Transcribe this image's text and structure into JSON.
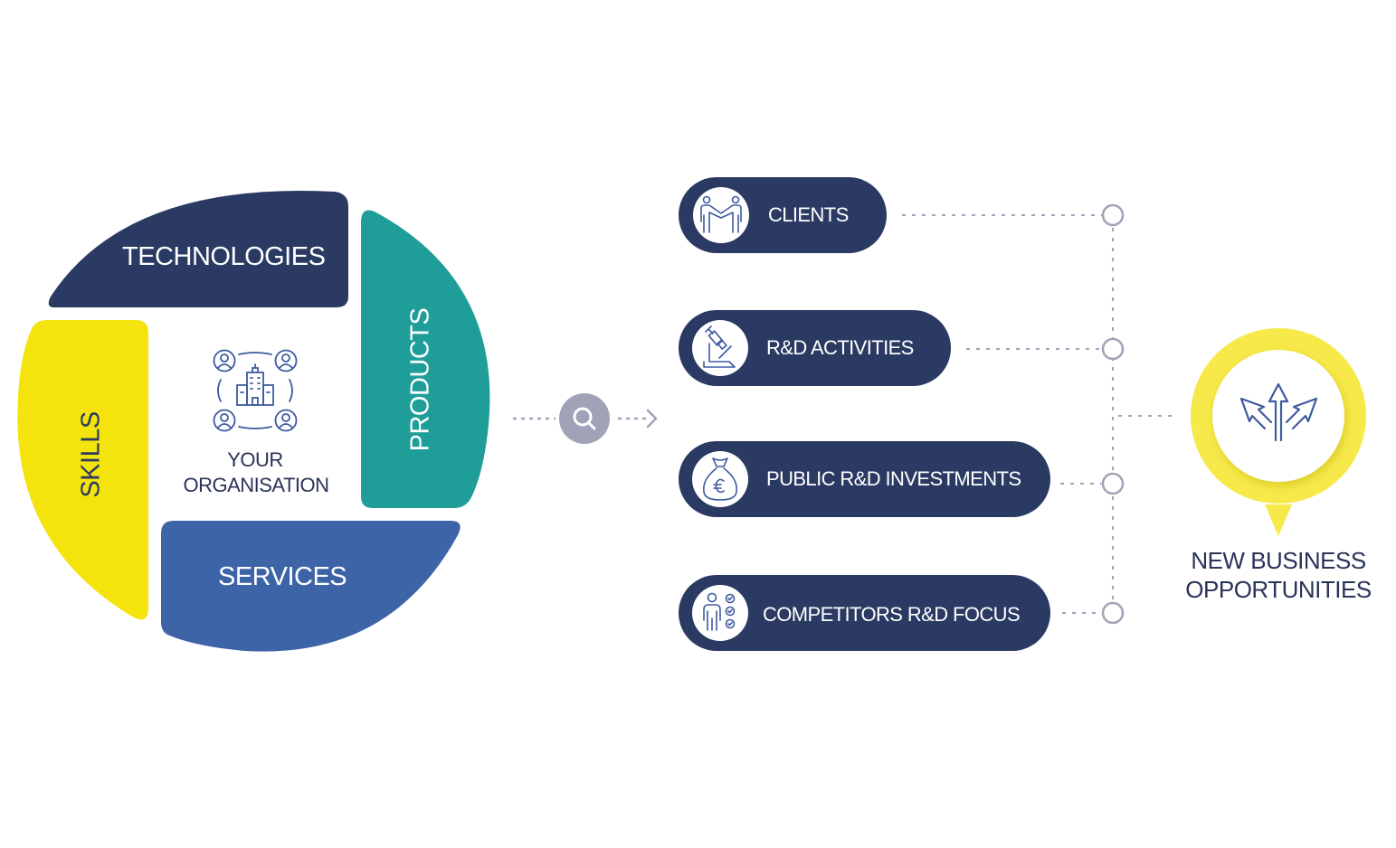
{
  "colors": {
    "navy": "#2a3a62",
    "teal": "#1f9e99",
    "yellow": "#f4e30d",
    "blue": "#3e64a8",
    "icon_blue": "#3e5aa0",
    "connector_gray": "#a0a3b8",
    "text_dark": "#2a3358",
    "target_yellow": "#f7e94a"
  },
  "organisation_wheel": {
    "center_label_line1": "YOUR",
    "center_label_line2": "ORGANISATION",
    "center_icon": "organisation-network-icon",
    "segments": [
      {
        "key": "technologies",
        "label": "TECHNOLOGIES"
      },
      {
        "key": "products",
        "label": "PRODUCTS"
      },
      {
        "key": "services",
        "label": "SERVICES"
      },
      {
        "key": "skills",
        "label": "SKILLS"
      }
    ]
  },
  "search_step": {
    "icon": "search-icon",
    "arrow": "arrow-right-icon"
  },
  "insights": [
    {
      "label": "CLIENTS",
      "icon": "handshake-people-icon"
    },
    {
      "label": "R&D ACTIVITIES",
      "icon": "microscope-icon"
    },
    {
      "label": "PUBLIC R&D INVESTMENTS",
      "icon": "euro-money-bag-icon"
    },
    {
      "label": "COMPETITORS R&D FOCUS",
      "icon": "person-checklist-icon"
    }
  ],
  "outcome": {
    "label_line1": "NEW BUSINESS",
    "label_line2": "OPPORTUNITIES",
    "icon": "diverging-arrows-icon"
  }
}
